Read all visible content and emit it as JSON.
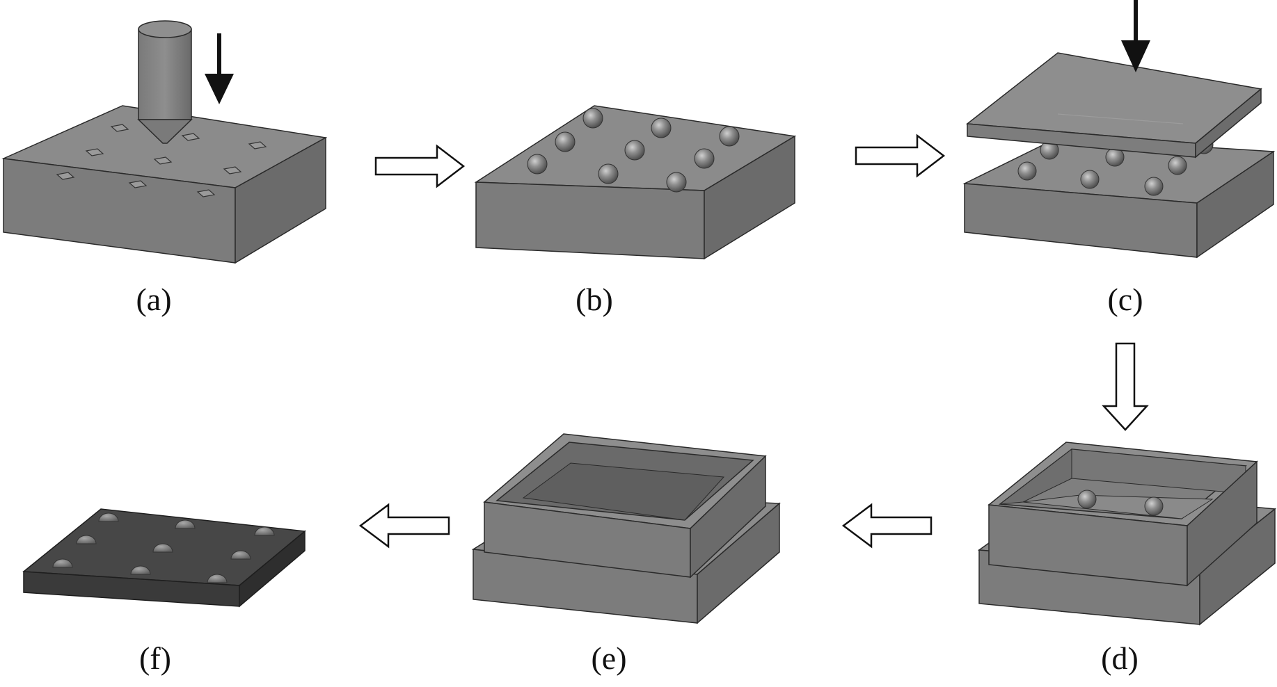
{
  "figure": {
    "panels": [
      {
        "id": "a",
        "label": "(a)",
        "content": "substrate with drill tool and indentations"
      },
      {
        "id": "b",
        "label": "(b)",
        "content": "substrate with spheres in indentations"
      },
      {
        "id": "c",
        "label": "(c)",
        "content": "cover plate pressed onto spheres"
      },
      {
        "id": "d",
        "label": "(d)",
        "content": "mold frame with spheres"
      },
      {
        "id": "e",
        "label": "(e)",
        "content": "filled mold frame"
      },
      {
        "id": "f",
        "label": "(f)",
        "content": "final replica with hemispheres"
      }
    ],
    "colors": {
      "top": "#8a8a8a",
      "front": "#7b7b7b",
      "side": "#6c6c6c",
      "dark_top": "#474747",
      "dark_front": "#3a3a3a",
      "dark_side": "#2e2e2e",
      "edge": "#2a2a2a",
      "arrow_outline": "#111111",
      "background": "#ffffff"
    }
  }
}
